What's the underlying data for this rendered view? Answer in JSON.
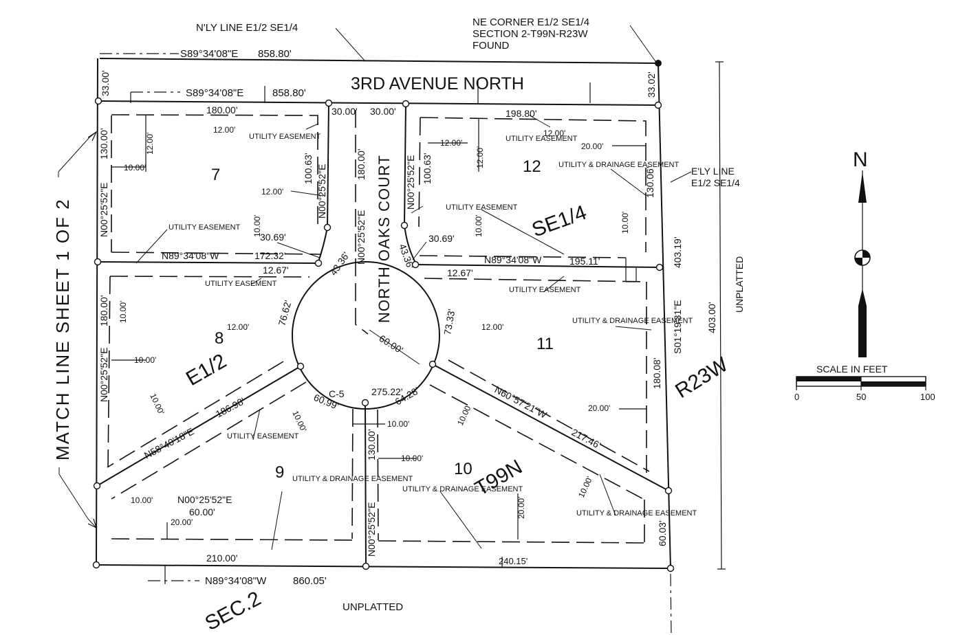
{
  "labels": {
    "nly_line": "N'LY LINE E1/2 SE1/4",
    "ne_corner_1": "NE CORNER E1/2 SE1/4",
    "ne_corner_2": "SECTION 2-T99N-R23W",
    "ne_corner_3": "FOUND",
    "top_bearing": "S89°34'08\"E",
    "top_dist": "858.80'",
    "street_north": "3RD AVENUE NORTH",
    "inner_bearing": "S89°34'08\"E",
    "inner_dist": "858.80'",
    "row_left": "33.00'",
    "row_right": "33.02'",
    "cul_de_sac": "NORTH OAKS COURT",
    "lot7": "7",
    "lot8": "8",
    "lot9": "9",
    "lot10": "10",
    "lot11": "11",
    "lot12": "12",
    "lot7_top": "180.00'",
    "lot12_top": "198.80'",
    "w30_left": "30.00'",
    "w30_right": "30.00'",
    "utility_easement": "UTILITY EASEMENT",
    "utility_drainage": "UTILITY & DRAINAGE EASEMENT",
    "d12": "12.00'",
    "d10": "10.00'",
    "d20": "20.00'",
    "lot7_left": "130.00'",
    "lot7_bearing_left": "N00°25'52\"E",
    "lot7_right": "100.63'",
    "lot7_bearing_right": "N00°25'52\"E",
    "court_bearing": "N00°25'52\"E",
    "court_dist": "180.00'",
    "lot12_left_bearing": "N00°25'52\"E",
    "lot12_left": "100.63'",
    "lot12_right": "130.06'",
    "d3069": "30.69'",
    "d4336": "43.36'",
    "d1267": "12.67'",
    "mid_bearing_left": "N89°34'08\"W",
    "mid_dist_left": "172.32'",
    "mid_bearing_right": "N89°34'08\"W",
    "mid_dist_right": "195.11'",
    "east_line_1": "E'LY LINE",
    "east_line_2": "E1/2 SE1/4",
    "east_bearing": "S01°19'31\"E",
    "east_dist": "403.19'",
    "east_overall": "403.00'",
    "unplatted": "UNPLATTED",
    "lot8_left": "180.00'",
    "lot8_bearing": "N00°25'52\"E",
    "arc_7662": "76.62'",
    "arc_7333": "73.33'",
    "radius": "60.00'",
    "curve": "C-5",
    "arc_6099": "60.99'",
    "arc_total": "275.22'",
    "arc_6428": "64.28'",
    "lot8_diag_bearing": "N58°40'18\"E",
    "lot8_diag_dist": "186.98'",
    "lot10_diag_bearing": "N60°57'21\"W",
    "lot10_diag_dist": "217.46'",
    "lot11_right": "180.08'",
    "lot9_right": "130.00'",
    "lot9_bearing": "N00°25'52\"E",
    "lot9_small_bearing": "N00°25'52\"E",
    "lot9_small_dist": "60.00'",
    "lot10_right": "60.03'",
    "bottom_left": "210.00'",
    "bottom_right": "240.15'",
    "bottom_bearing": "N89°34'08\"W",
    "bottom_dist": "860.05'",
    "unplatted_bottom": "UNPLATTED",
    "match_line": "MATCH LINE SHEET 1 OF 2",
    "se14": "SE1/4",
    "e12": "E1/2",
    "t99n": "T99N",
    "r23w": "R23W",
    "sec2": "SEC.2",
    "north": "N",
    "scale_title": "SCALE IN FEET",
    "scale_0": "0",
    "scale_50": "50",
    "scale_100": "100"
  }
}
